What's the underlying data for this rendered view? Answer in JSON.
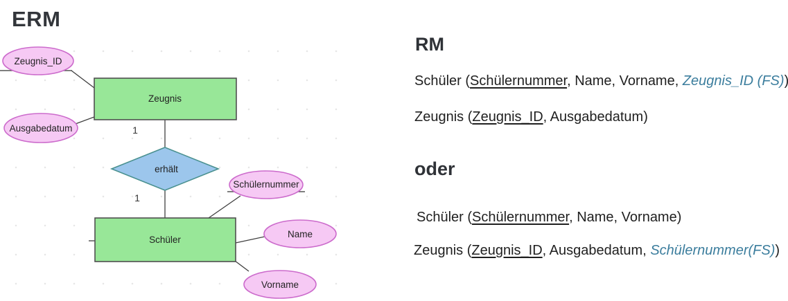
{
  "erm": {
    "heading": "ERM",
    "entity_zeugnis": "Zeugnis",
    "entity_schueler": "Schüler",
    "relationship": "erhält",
    "cardinality_top": "1",
    "cardinality_bottom": "1",
    "attr_zeugnis_id": "Zeugnis_ID",
    "attr_ausgabedatum": "Ausgabedatum",
    "attr_schuelernummer": "Schülernummer",
    "attr_name": "Name",
    "attr_vorname": "Vorname"
  },
  "rm": {
    "heading": "RM",
    "oder_heading": "oder",
    "variant1": [
      {
        "pre": "Schüler (",
        "key": "Schülernummer",
        "mid": ", Name, Vorname, ",
        "fk": "Zeugnis_ID (FS)",
        "post": ")"
      },
      {
        "pre": "Zeugnis (",
        "key": "Zeugnis_ID",
        "mid": ", Ausgabedatum)",
        "fk": "",
        "post": ""
      }
    ],
    "variant2": [
      {
        "pre": "Schüler (",
        "key": "Schülernummer",
        "mid": ", Name, Vorname)",
        "fk": "",
        "post": ""
      },
      {
        "pre": "Zeugnis (",
        "key": "Zeugnis_ID",
        "mid": ", Ausgabedatum, ",
        "fk": "Schülernummer(FS)",
        "post": ")"
      }
    ]
  },
  "colors": {
    "entity_fill": "#98e798",
    "entity_border": "#4f4f4f",
    "attribute_fill": "#f6c9f4",
    "attribute_border": "#cc6bcc",
    "relationship_fill": "#9cc6ec",
    "relationship_border": "#4a9190",
    "connector": "#3f3f3f",
    "fk_text": "#3b7d9d",
    "heading_text": "#2f3237",
    "body_text": "#1f1f1f"
  }
}
